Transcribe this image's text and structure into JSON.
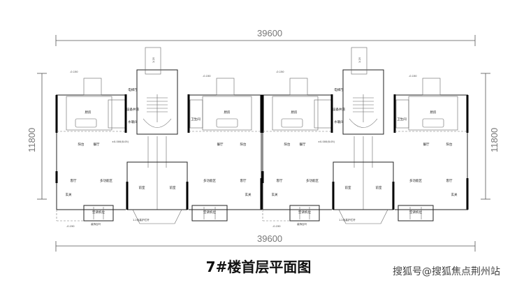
{
  "dimensions": {
    "width_total": "39600",
    "depth_total": "11800"
  },
  "rooms": {
    "kitchen": "厨房",
    "balcony": "阳台",
    "dining": "餐厅",
    "living": "客厅",
    "multi": "多功能区",
    "foyer": "玄关",
    "lobby": "前室",
    "elevator_hall": "电梯厅",
    "shaft": "设备井道",
    "bath": "卫生间",
    "water": "水暖间",
    "ac": "空调机位",
    "ac_note": "装饰百叶"
  },
  "annotations": {
    "level_main": "±0.000(8.05)",
    "level_out": "-0.150",
    "rail": "1.2米高护栏杆",
    "ramp": "1:20"
  },
  "title": "7#楼首层平面图",
  "watermark": "搜狐号@搜狐焦点荆州站"
}
